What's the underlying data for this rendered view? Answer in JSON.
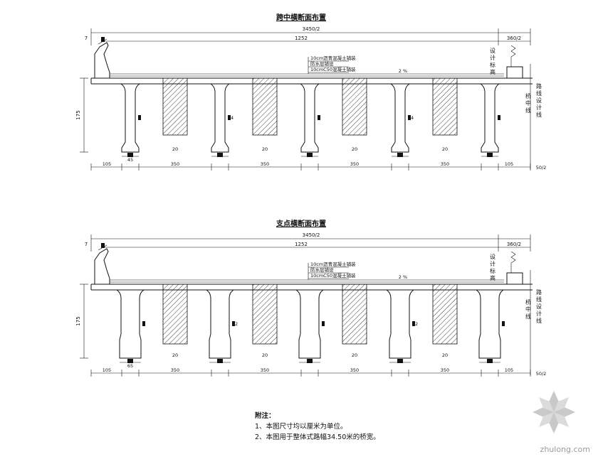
{
  "sections": [
    {
      "title": "跨中横断面布置",
      "total_width_label": "3450/2",
      "main_width_label": "1252",
      "side_width_label": "360/2",
      "left_small_label": "7",
      "height_label": "175",
      "girder_bottom_label": "45",
      "girder_web_label": "24",
      "girder_flange_label": "20",
      "spacing_labels": [
        "350",
        "350",
        "350",
        "350",
        "350"
      ],
      "edge_left_label": "105",
      "edge_right_label": "105",
      "right_end_label": "50/2",
      "mid_label": "2 %",
      "cl_label": "桥中线",
      "road_design_label": "路线设计线",
      "design_elev_label": "设计标高",
      "deck_notes": [
        "10cm沥青混凝土铺装",
        "防水层铺设",
        "10cmC50混凝土铺装"
      ]
    },
    {
      "title": "支点横断面布置",
      "total_width_label": "3450/2",
      "main_width_label": "1252",
      "side_width_label": "360/2",
      "left_small_label": "7",
      "height_label": "175",
      "girder_bottom_label": "65",
      "girder_web_label": "32",
      "girder_flange_label": "20",
      "spacing_labels": [
        "350",
        "350",
        "350",
        "350",
        "350"
      ],
      "edge_left_label": "105",
      "edge_right_label": "105",
      "right_end_label": "50/2",
      "mid_label": "2 %",
      "cl_label": "桥中线",
      "road_design_label": "路线设计线",
      "design_elev_label": "设计标高",
      "deck_notes": [
        "10cm沥青混凝土铺装",
        "防水层铺设",
        "10cmC50混凝土铺装"
      ]
    }
  ],
  "notes": {
    "heading": "附注：",
    "items": [
      "1、本图尺寸均以厘米为单位。",
      "2、本图用于整体式路幅34.50米的桥宽。"
    ]
  },
  "watermark": "zhulong.com"
}
